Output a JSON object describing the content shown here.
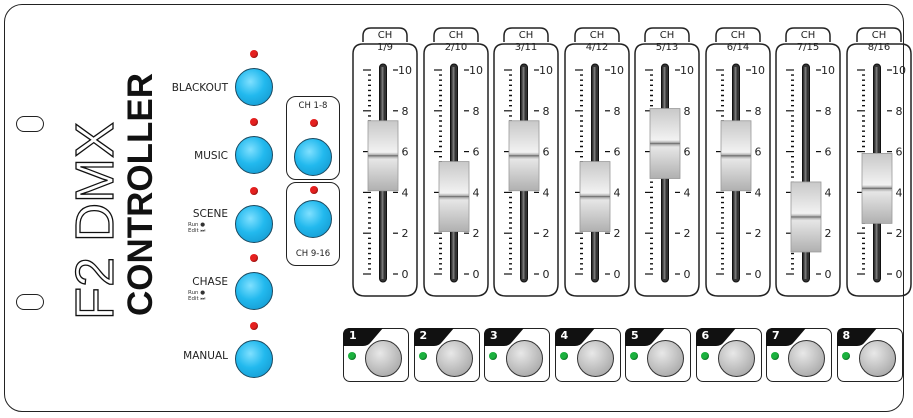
{
  "device": {
    "model": "F2 DMX",
    "subtitle": "CONTROLLER"
  },
  "left_buttons": [
    {
      "label": "BLACKOUT",
      "led": "red"
    },
    {
      "label": "MUSIC",
      "led": "red"
    },
    {
      "label": "SCENE",
      "sub1": "Run ●",
      "sub2": "Edit ⏭",
      "led": "red"
    },
    {
      "label": "CHASE",
      "sub1": "Run ●",
      "sub2": "Edit ⏭",
      "led": "red"
    },
    {
      "label": "MANUAL",
      "led": "red"
    }
  ],
  "channel_banks": [
    {
      "label": "CH 1-8"
    },
    {
      "label": "CH 9-16"
    }
  ],
  "faders": [
    {
      "label1": "CH",
      "label2": "1/9",
      "value": 5.6
    },
    {
      "label1": "CH",
      "label2": "2/10",
      "value": 3.6
    },
    {
      "label1": "CH",
      "label2": "3/11",
      "value": 5.6
    },
    {
      "label1": "CH",
      "label2": "4/12",
      "value": 3.6
    },
    {
      "label1": "CH",
      "label2": "5/13",
      "value": 6.2
    },
    {
      "label1": "CH",
      "label2": "6/14",
      "value": 5.6
    },
    {
      "label1": "CH",
      "label2": "7/15",
      "value": 2.6
    },
    {
      "label1": "CH",
      "label2": "8/16",
      "value": 4.0
    }
  ],
  "scale_labels": [
    "10",
    "8",
    "6",
    "4",
    "2",
    "0"
  ],
  "scene_buttons": [
    {
      "number": "1",
      "led": "green"
    },
    {
      "number": "2",
      "led": "green"
    },
    {
      "number": "3",
      "led": "green"
    },
    {
      "number": "4",
      "led": "green"
    },
    {
      "number": "5",
      "led": "green"
    },
    {
      "number": "6",
      "led": "green"
    },
    {
      "number": "7",
      "led": "green"
    },
    {
      "number": "8",
      "led": "green"
    }
  ],
  "colors": {
    "button_blue": "#22b9ee",
    "led_red": "#e5201f",
    "led_green": "#1bb13e",
    "scene_button_grey": "#bdbdbd"
  }
}
